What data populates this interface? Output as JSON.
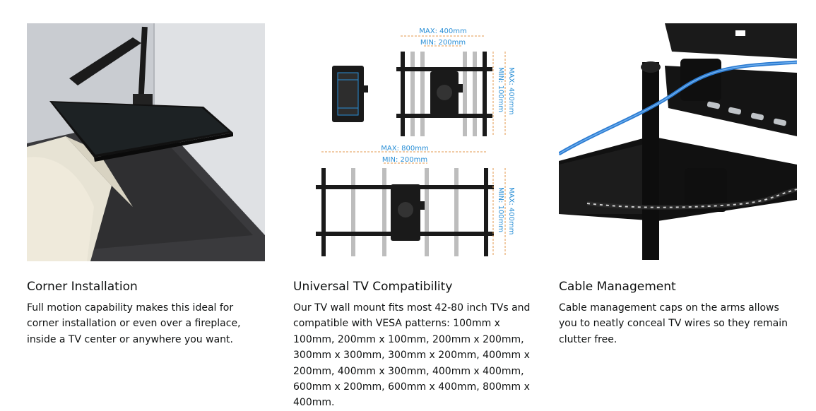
{
  "features": [
    {
      "image_icon": "corner-installed-tv-mount-photo",
      "title": "Corner Installation",
      "description": "Full motion capability makes this ideal for corner installation or even over a fireplace, inside a TV center or anywhere you want."
    },
    {
      "image_icon": "vesa-dimension-diagram",
      "title": "Universal TV Compatibility",
      "description": "Our TV wall mount fits most 42-80 inch TVs and compatible with VESA patterns: 100mm x 100mm, 200mm x 100mm, 200mm x 200mm, 300mm x 300mm, 300mm x 200mm, 400mm x 200mm, 400mm x 300mm, 400mm x 400mm, 600mm x 200mm, 600mm x 400mm, 800mm x 400mm.",
      "diagram_labels": {
        "top_max": "MAX: 400mm",
        "top_min": "MIN: 200mm",
        "top_side_max": "MAX: 400mm",
        "top_side_min": "MIN: 100mm",
        "bottom_max": "MAX: 800mm",
        "bottom_min": "MIN: 200mm",
        "bottom_side_max": "MAX: 400mm",
        "bottom_side_min": "MIN: 100mm"
      }
    },
    {
      "image_icon": "cable-management-closeup-photo",
      "title": "Cable Management",
      "description": "Cable management caps on the arms allows you to neatly conceal TV wires so they remain clutter free."
    }
  ],
  "colors": {
    "text": "#0f1111",
    "dimension_blue": "#2a8fd6",
    "dimension_orange": "#e39a4f",
    "mount_black": "#1a1a1a"
  }
}
